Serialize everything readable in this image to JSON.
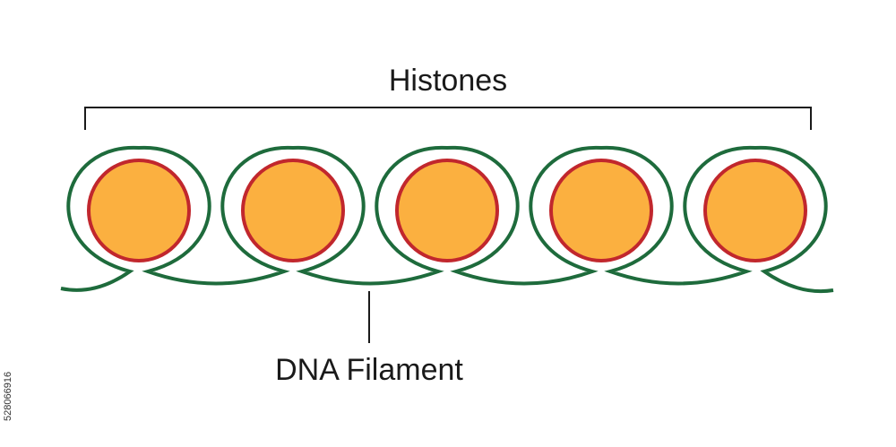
{
  "labels": {
    "histones": "Histones",
    "dna_filament": "DNA Filament"
  },
  "side_id": "528066916",
  "histone_count": 5,
  "colors": {
    "dna": "#1e6b3c",
    "core_fill": "#fbb040",
    "core_outline": "#c1272d",
    "line": "#1a1a1a",
    "background": "#ffffff"
  }
}
